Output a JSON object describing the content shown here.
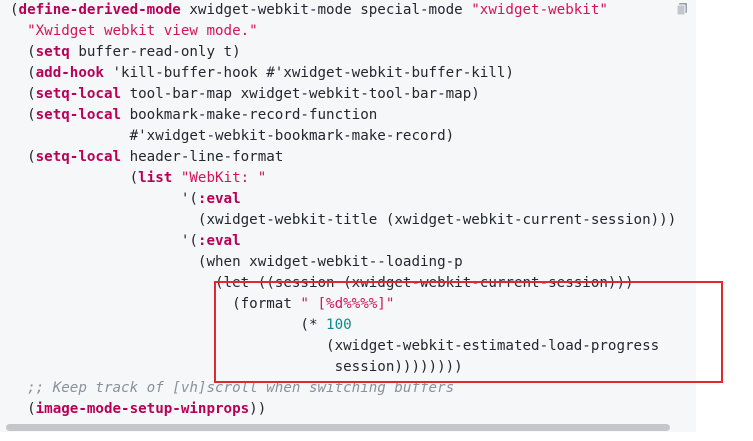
{
  "code_block": {
    "lines": [
      [
        {
          "t": "(",
          "c": "p"
        },
        {
          "t": "define-derived-mode",
          "c": "kw"
        },
        {
          "t": " xwidget-webkit-mode special-mode ",
          "c": "p"
        },
        {
          "t": "\"xwidget-webkit\"",
          "c": "str"
        }
      ],
      [
        {
          "t": "  ",
          "c": "p"
        },
        {
          "t": "\"Xwidget webkit view mode.\"",
          "c": "str"
        }
      ],
      [
        {
          "t": "  (",
          "c": "p"
        },
        {
          "t": "setq",
          "c": "kw"
        },
        {
          "t": " buffer-read-only t)",
          "c": "p"
        }
      ],
      [
        {
          "t": "  (",
          "c": "p"
        },
        {
          "t": "add-hook",
          "c": "kw"
        },
        {
          "t": " 'kill-buffer-hook #'xwidget-webkit-buffer-kill)",
          "c": "p"
        }
      ],
      [
        {
          "t": "  (",
          "c": "p"
        },
        {
          "t": "setq-local",
          "c": "kw"
        },
        {
          "t": " tool-bar-map xwidget-webkit-tool-bar-map)",
          "c": "p"
        }
      ],
      [
        {
          "t": "  (",
          "c": "p"
        },
        {
          "t": "setq-local",
          "c": "kw"
        },
        {
          "t": " bookmark-make-record-function",
          "c": "p"
        }
      ],
      [
        {
          "t": "              #'xwidget-webkit-bookmark-make-record)",
          "c": "p"
        }
      ],
      [
        {
          "t": "  (",
          "c": "p"
        },
        {
          "t": "setq-local",
          "c": "kw"
        },
        {
          "t": " header-line-format",
          "c": "p"
        }
      ],
      [
        {
          "t": "              (",
          "c": "p"
        },
        {
          "t": "list",
          "c": "kw"
        },
        {
          "t": " ",
          "c": "p"
        },
        {
          "t": "\"WebKit: \"",
          "c": "str"
        }
      ],
      [
        {
          "t": "                    '(",
          "c": "p"
        },
        {
          "t": ":eval",
          "c": "kw"
        }
      ],
      [
        {
          "t": "                      (xwidget-webkit-title (xwidget-webkit-current-session)))",
          "c": "p"
        }
      ],
      [
        {
          "t": "                    '(",
          "c": "p"
        },
        {
          "t": ":eval",
          "c": "kw"
        }
      ],
      [
        {
          "t": "                      (when xwidget-webkit--loading-p",
          "c": "p"
        }
      ],
      [
        {
          "t": "                        ",
          "c": "p"
        },
        {
          "t": "(let ((session (xwidget-webkit-current-session)))",
          "c": "strike"
        }
      ],
      [
        {
          "t": "                          (format ",
          "c": "p"
        },
        {
          "t": "\" [%d%%%%]\"",
          "c": "str"
        }
      ],
      [
        {
          "t": "                                  (* ",
          "c": "p"
        },
        {
          "t": "100",
          "c": "num"
        }
      ],
      [
        {
          "t": "                                     (xwidget-webkit-estimated-load-progress",
          "c": "p"
        }
      ],
      [
        {
          "t": "                                      session))))))))",
          "c": "p"
        }
      ],
      [
        {
          "t": "  ",
          "c": "p"
        },
        {
          "t": ";; Keep track of [vh]scroll when switching buffers",
          "c": "cmt"
        }
      ],
      [
        {
          "t": "  (",
          "c": "p"
        },
        {
          "t": "image-mode-setup-winprops",
          "c": "kw"
        },
        {
          "t": "))",
          "c": "p"
        }
      ]
    ]
  },
  "icons": {
    "copy": "copy-icon"
  },
  "colors": {
    "keyword": "#b80056",
    "string": "#d2145a",
    "number": "#0e8b8b",
    "comment": "#8a919c",
    "highlight_border": "#e0282e",
    "code_background": "#f6f7f9"
  }
}
